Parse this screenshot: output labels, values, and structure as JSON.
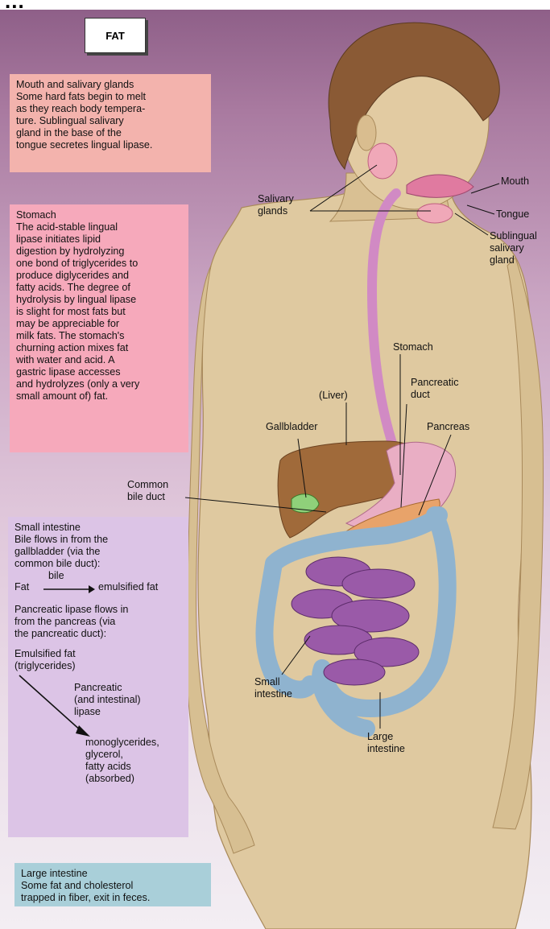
{
  "header_fragment": "...",
  "fat_label": "FAT",
  "boxes": {
    "mouth": {
      "heading": "Mouth and salivary glands",
      "body": "Some hard fats begin to melt\nas they reach body tempera-\nture. Sublingual salivary\ngland in the base of the\ntongue secretes lingual lipase."
    },
    "stomach": {
      "heading": "Stomach",
      "body": "The acid-stable lingual\nlipase initiates lipid\ndigestion by hydrolyzing\none bond of triglycerides to\nproduce diglycerides and\nfatty acids. The degree of\nhydrolysis by lingual lipase\nis slight for most fats but\nmay be appreciable for\nmilk fats. The stomach's\nchurning action mixes fat\nwith water and acid. A\ngastric lipase accesses\nand hydrolyzes (only a very\nsmall amount of) fat."
    },
    "small_intestine": {
      "heading": "Small intestine",
      "bile_text": "Bile flows in from the\ngallbladder (via the\ncommon bile duct):",
      "reaction1": {
        "reactant": "Fat",
        "agent": "bile",
        "product": "emulsified fat"
      },
      "pancreatic_text": "Pancreatic lipase flows in\nfrom the pancreas (via\nthe pancreatic duct):",
      "reaction2": {
        "reactant": "Emulsified fat\n(triglycerides)",
        "agent": "Pancreatic\n(and intestinal)\nlipase",
        "product": "monoglycerides,\nglycerol,\nfatty acids\n(absorbed)"
      }
    },
    "large_intestine": {
      "heading": "Large intestine",
      "body": "Some fat and cholesterol\ntrapped in fiber, exit in feces."
    }
  },
  "labels": {
    "mouth": "Mouth",
    "salivary_glands": "Salivary\nglands",
    "tongue": "Tongue",
    "sublingual": "Sublingual\nsalivary\ngland",
    "stomach": "Stomach",
    "liver": "(Liver)",
    "pancreatic_duct": "Pancreatic\nduct",
    "gallbladder": "Gallbladder",
    "pancreas": "Pancreas",
    "common_bile_duct": "Common\nbile duct",
    "small_intestine": "Small\nintestine",
    "large_intestine": "Large\nintestine"
  },
  "colors": {
    "mouth_box": "#f3b3ad",
    "stomach_box": "#f6a9bb",
    "small_intestine_box": "#dcc4e6",
    "large_intestine_box": "#a9cfd9",
    "skin": "#dfc9a0",
    "hair": "#8a5a35",
    "esophagus": "#d18ac4",
    "liver": "#a06a3a",
    "small_intestine": "#9a5aa8",
    "large_intestine": "#8fb3cf"
  }
}
